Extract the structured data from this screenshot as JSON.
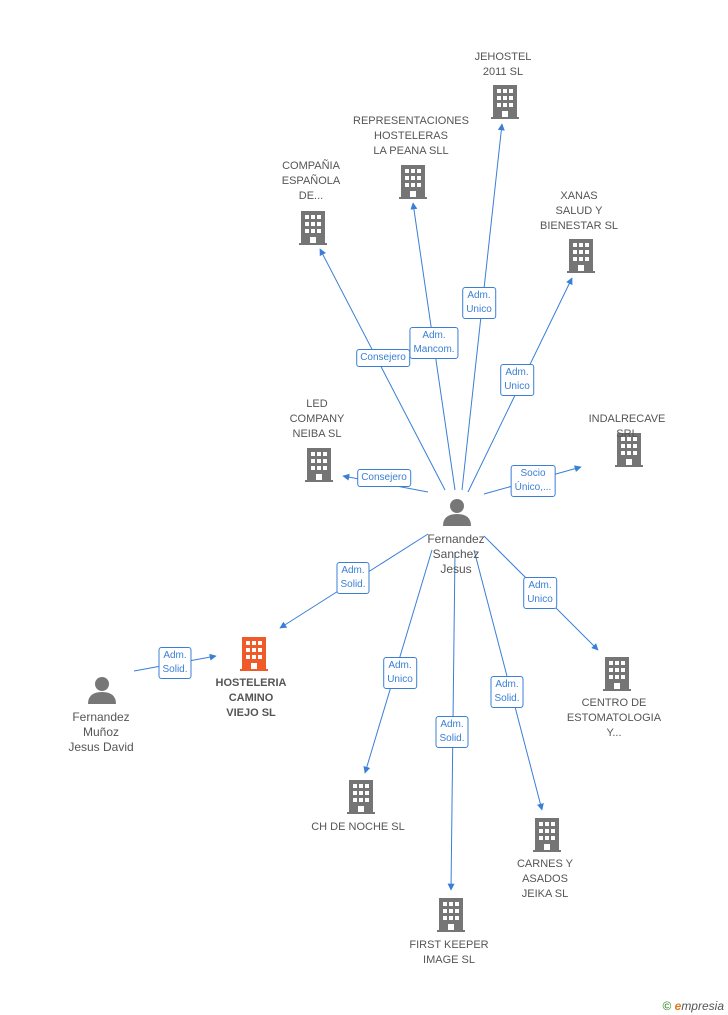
{
  "colors": {
    "edge": "#3a7fd5",
    "building": "#757575",
    "main_building": "#f05a28",
    "person": "#777777"
  },
  "center": {
    "name": "Fernandez\nSanchez\nJesus"
  },
  "main_company": {
    "name": "HOSTELERIA\nCAMINO\nVIEJO SL"
  },
  "secondary_person": {
    "name": "Fernandez\nMuñoz\nJesus David"
  },
  "companies": [
    {
      "id": "jehostel",
      "name": "JEHOSTEL\n2011 SL"
    },
    {
      "id": "representaciones",
      "name": "REPRESENTACIONES\nHOSTELERAS\nLA PEANA SLL"
    },
    {
      "id": "compania",
      "name": "COMPAÑIA\nESPAÑOLA\nDE..."
    },
    {
      "id": "xanas",
      "name": "XANAS\nSALUD Y\nBIENESTAR SL"
    },
    {
      "id": "led",
      "name": "LED\nCOMPANY\nNEIBA SL"
    },
    {
      "id": "indalrecave",
      "name": "INDALRECAVE SRL"
    },
    {
      "id": "centro",
      "name": "CENTRO DE\nESTOMATOLOGIA\nY..."
    },
    {
      "id": "chdenoche",
      "name": "CH DE NOCHE SL"
    },
    {
      "id": "carnes",
      "name": "CARNES Y\nASADOS\nJEIKA SL"
    },
    {
      "id": "firstkeeper",
      "name": "FIRST KEEPER\nIMAGE SL"
    }
  ],
  "edges": [
    {
      "id": "e-jehostel",
      "label": "Adm.\nUnico"
    },
    {
      "id": "e-representaciones",
      "label": "Adm.\nMancom."
    },
    {
      "id": "e-compania",
      "label": "Consejero"
    },
    {
      "id": "e-xanas",
      "label": "Adm.\nUnico"
    },
    {
      "id": "e-led",
      "label": "Consejero"
    },
    {
      "id": "e-indalrecave",
      "label": "Socio\nÚnico,..."
    },
    {
      "id": "e-main",
      "label": "Adm.\nSolid."
    },
    {
      "id": "e-centro",
      "label": "Adm.\nUnico"
    },
    {
      "id": "e-chdenoche",
      "label": "Adm.\nUnico"
    },
    {
      "id": "e-firstkeeper",
      "label": "Adm.\nSolid."
    },
    {
      "id": "e-carnes",
      "label": "Adm.\nSolid."
    },
    {
      "id": "e-secondary",
      "label": "Adm.\nSolid."
    }
  ],
  "brand": {
    "copyright": "©",
    "e": "e",
    "rest": "mpresia"
  }
}
